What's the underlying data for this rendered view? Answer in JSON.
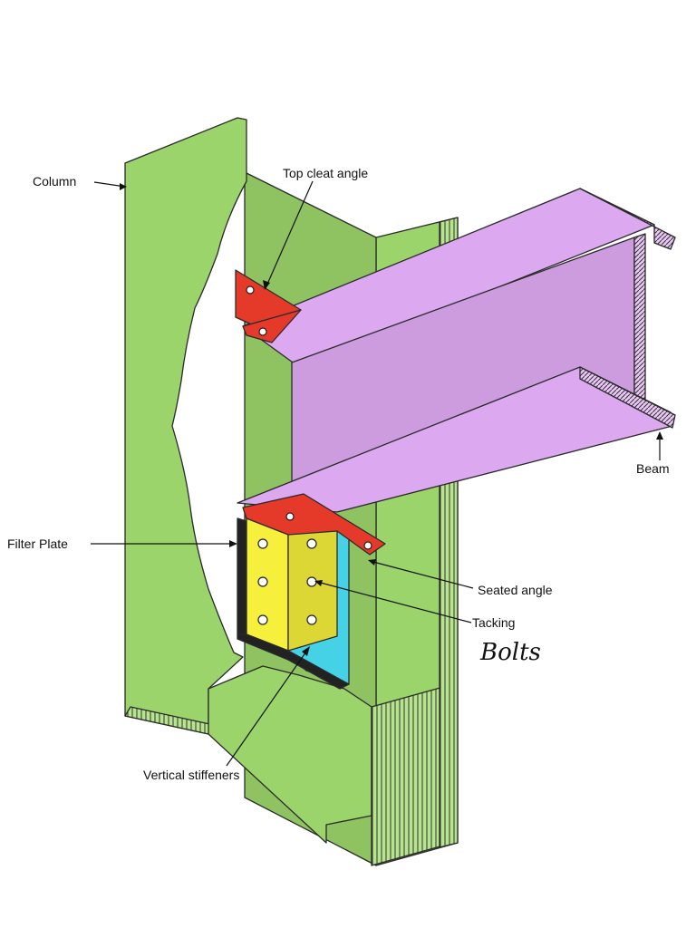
{
  "labels": {
    "column": "Column",
    "top_cleat_angle": "Top cleat angle",
    "beam": "Beam",
    "filter_plate": "Filter Plate",
    "seated_angle": "Seated angle",
    "tacking": "Tacking",
    "bolts": "Bolts",
    "vertical_stiffeners": "Vertical stiffeners"
  },
  "colors": {
    "column": "#9bd46a",
    "beam": "#dca8ef",
    "angle": "#e53a2a",
    "filter_plate": "#f6ef3c",
    "stiffener": "#45d2e6"
  }
}
